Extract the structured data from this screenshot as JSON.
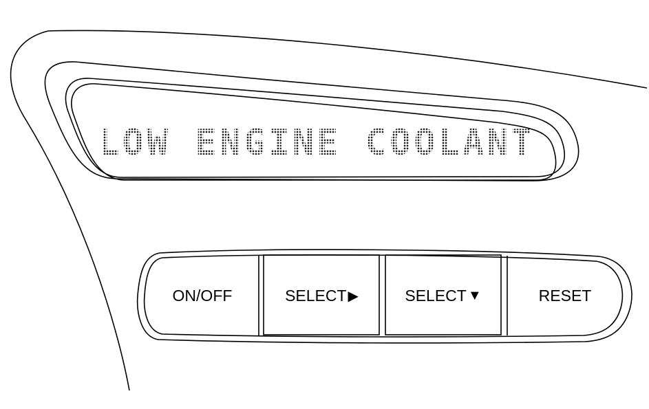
{
  "display": {
    "message": "LOW ENGINE COOLANT"
  },
  "buttons": {
    "on_off": "ON/OFF",
    "select_next": "SELECT",
    "select_next_icon": "right-triangle-icon",
    "select_next_glyph": "▶",
    "select_down": "SELECT",
    "select_down_icon": "down-triangle-icon",
    "select_down_glyph": "▼",
    "reset": "RESET"
  }
}
